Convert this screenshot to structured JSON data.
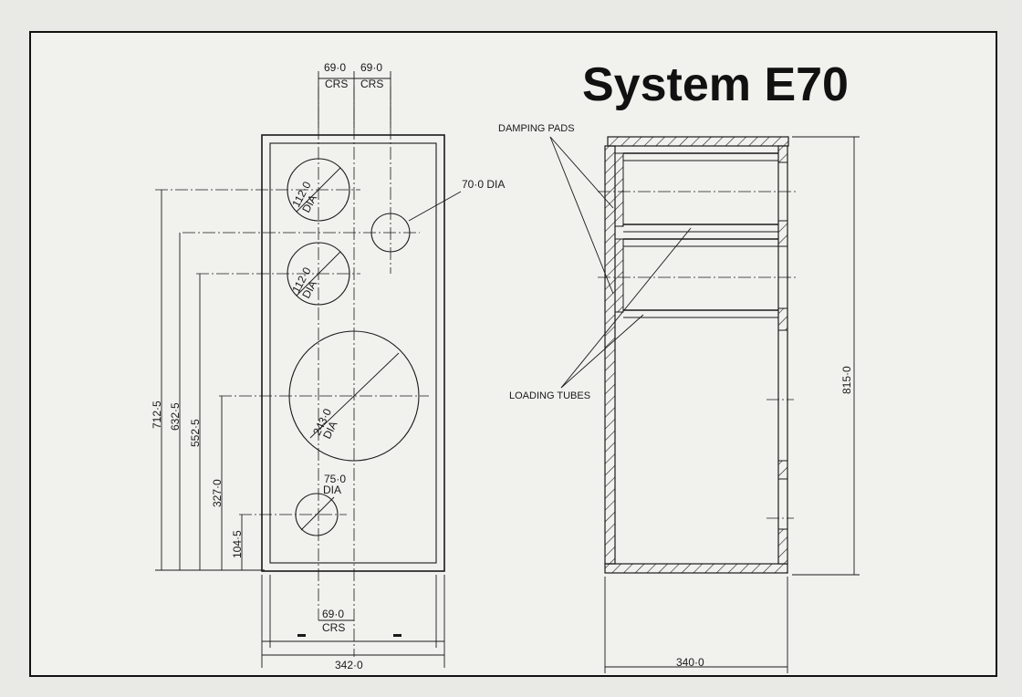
{
  "title": "System E70",
  "labels": {
    "damping_pads": "DAMPING PADS",
    "loading_tubes": "LOADING TUBES",
    "dia_70": "70·0 DIA"
  },
  "dimensions": {
    "crs_top_left": "69·0",
    "crs_top_right": "69·0",
    "crs_word": "CRS",
    "crs_bottom": "69·0",
    "width_front": "342·0",
    "width_side": "340·0",
    "height_side": "815·0",
    "h_712": "712·5",
    "h_632": "632·5",
    "h_552": "552·5",
    "h_327": "327·0",
    "h_104": "104·5",
    "d_112a": "112·0",
    "d_112b": "112·0",
    "d_243": "243·0",
    "d_75": "75·0",
    "dia_word": "DIA"
  },
  "colors": {
    "paper": "#e9e9e6",
    "ink": "#1a1a1a"
  }
}
